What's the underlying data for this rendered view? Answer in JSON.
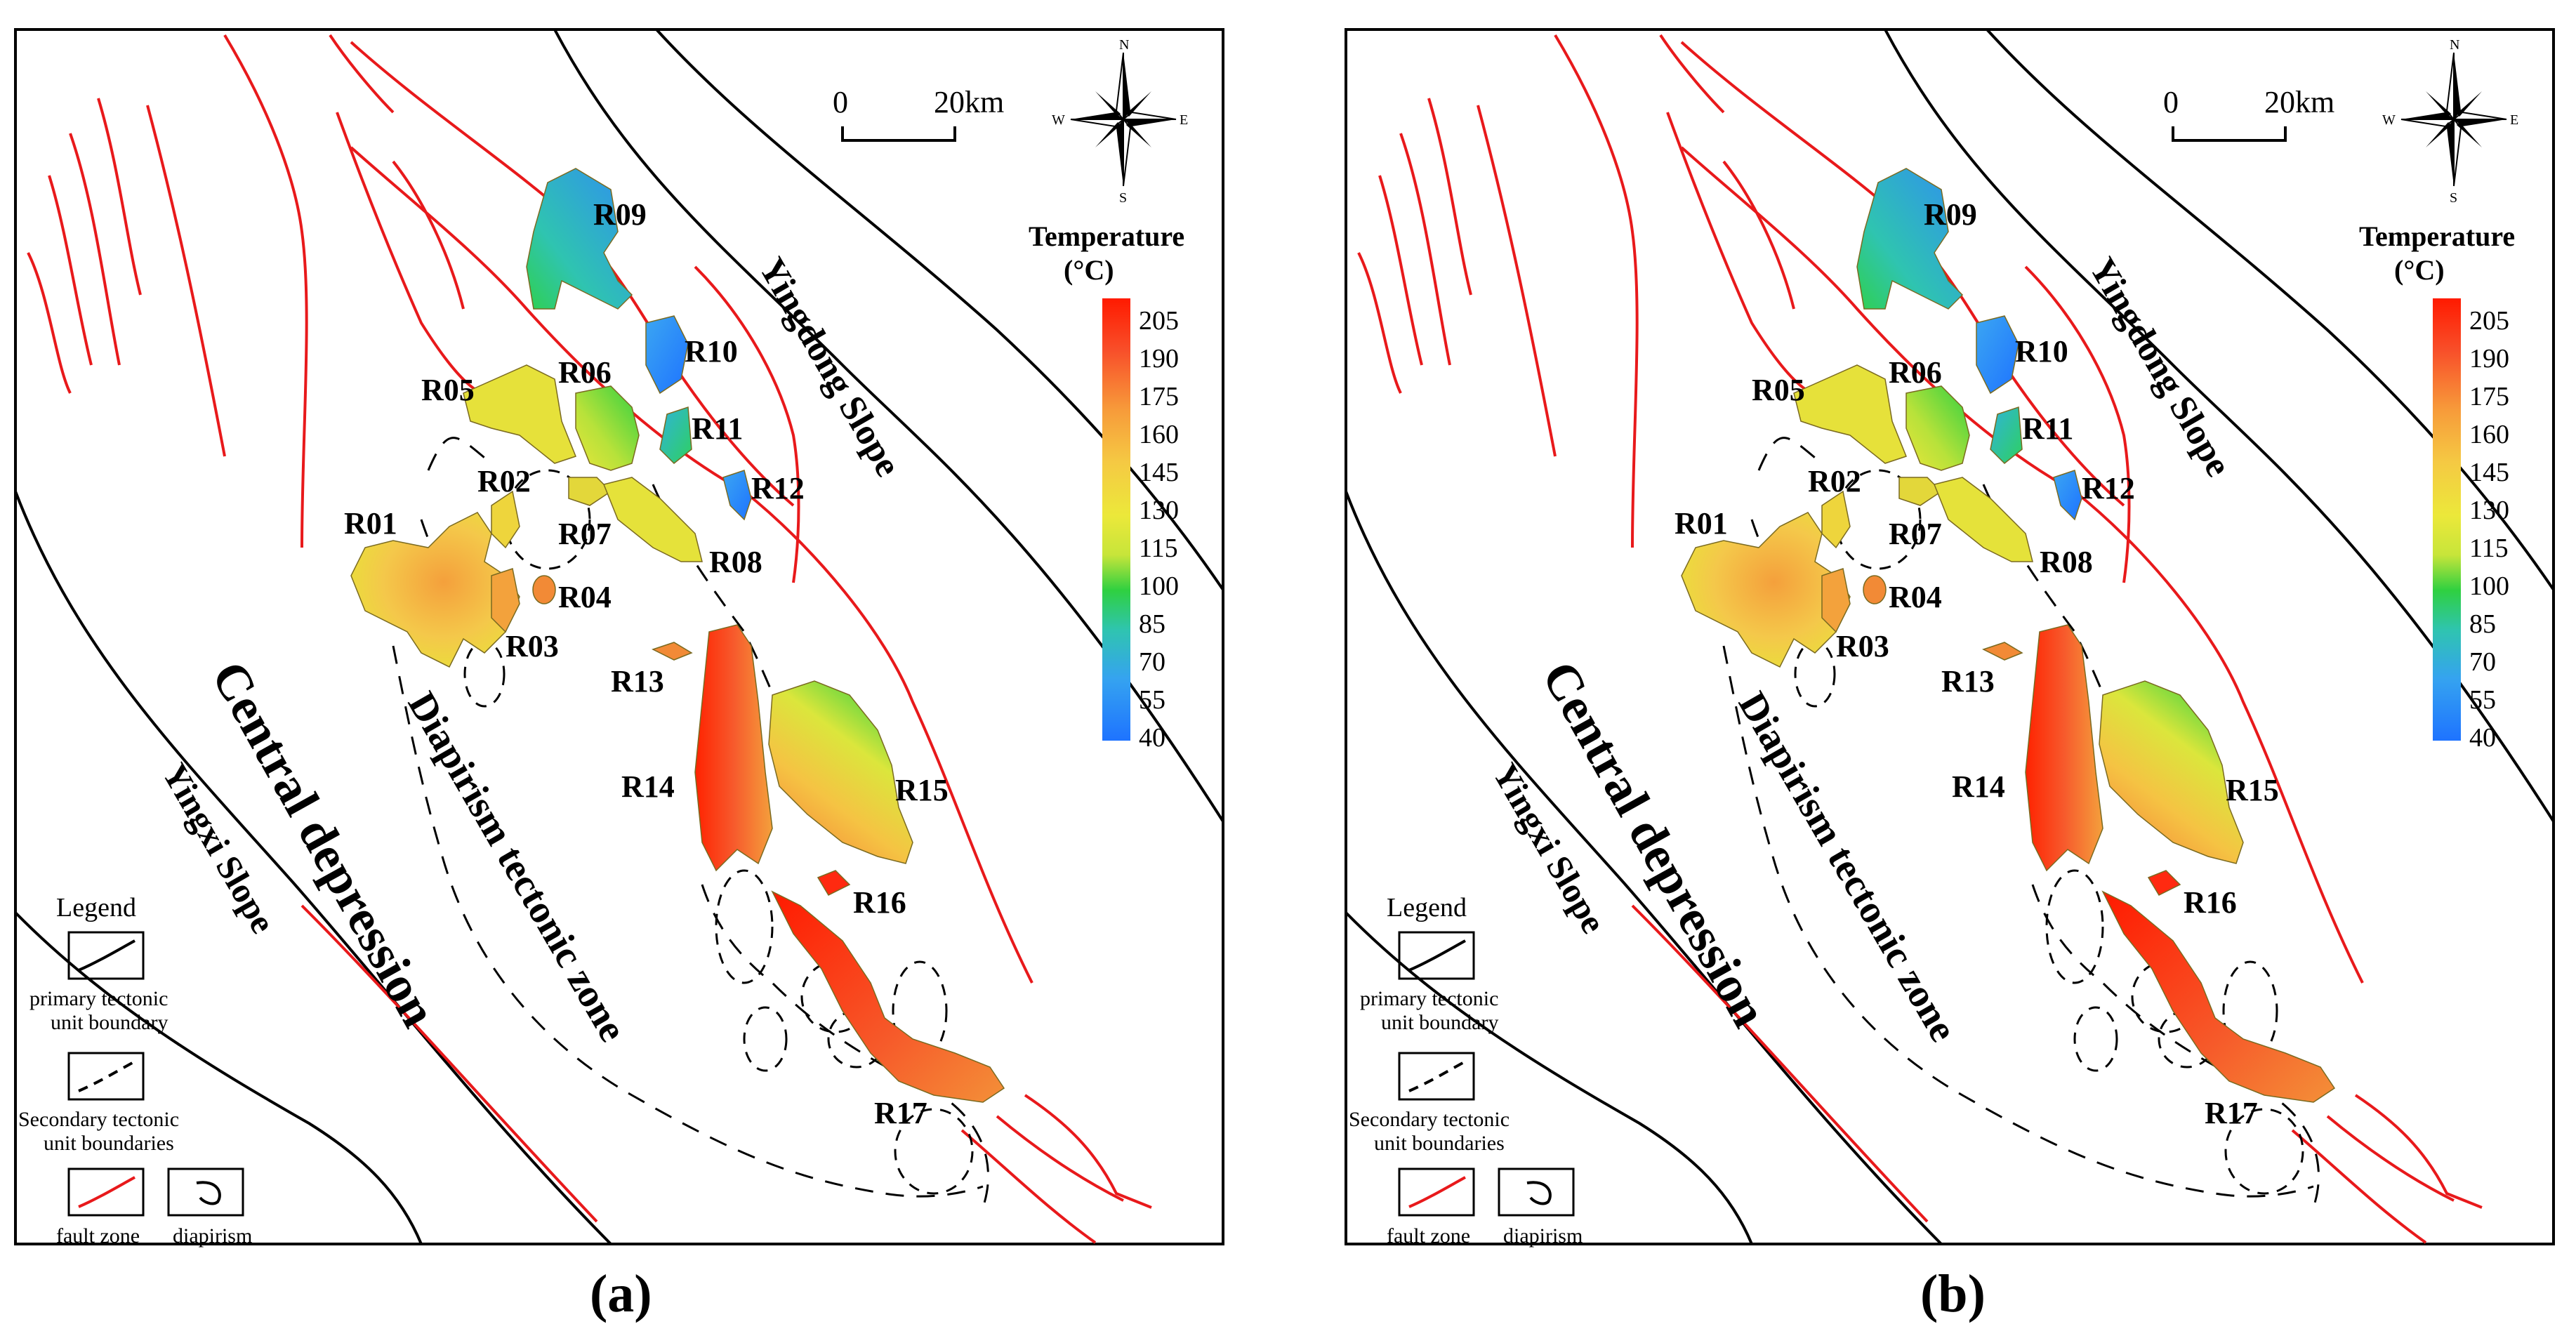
{
  "panels": [
    {
      "id": "a",
      "caption": "(a)"
    },
    {
      "id": "b",
      "caption": "(b)"
    }
  ],
  "scale_bar": {
    "start": "0",
    "end": "20km"
  },
  "compass": {
    "north": "N",
    "south": "S",
    "east": "E",
    "west": "W"
  },
  "temperature_scale": {
    "title_line1": "Temperature",
    "title_line2": "(°C)",
    "ticks": [
      "205",
      "190",
      "175",
      "160",
      "145",
      "130",
      "115",
      "100",
      "85",
      "70",
      "55",
      "40"
    ]
  },
  "zones": {
    "yingdong_slope": "Yingdong Slope",
    "central_depression": "Central depression",
    "yingxi_slope": "Yingxi Slope",
    "diapirism_zone": "Diapirism tectonic zone"
  },
  "legend": {
    "title": "Legend",
    "primary_line1": "primary tectonic",
    "primary_line2": "unit boundary",
    "secondary_line1": "Secondary tectonic",
    "secondary_line2": "unit boundaries",
    "fault": "fault zone",
    "diapirism": "diapirism"
  },
  "reservoir_labels": [
    "R01",
    "R02",
    "R03",
    "R04",
    "R05",
    "R06",
    "R07",
    "R08",
    "R09",
    "R10",
    "R11",
    "R12",
    "R13",
    "R14",
    "R15",
    "R16",
    "R17"
  ],
  "colors": {
    "fault": "#e8191b",
    "boundary": "#000000",
    "scale_top": "#ff1a00",
    "scale_bottom": "#1e73ff"
  }
}
